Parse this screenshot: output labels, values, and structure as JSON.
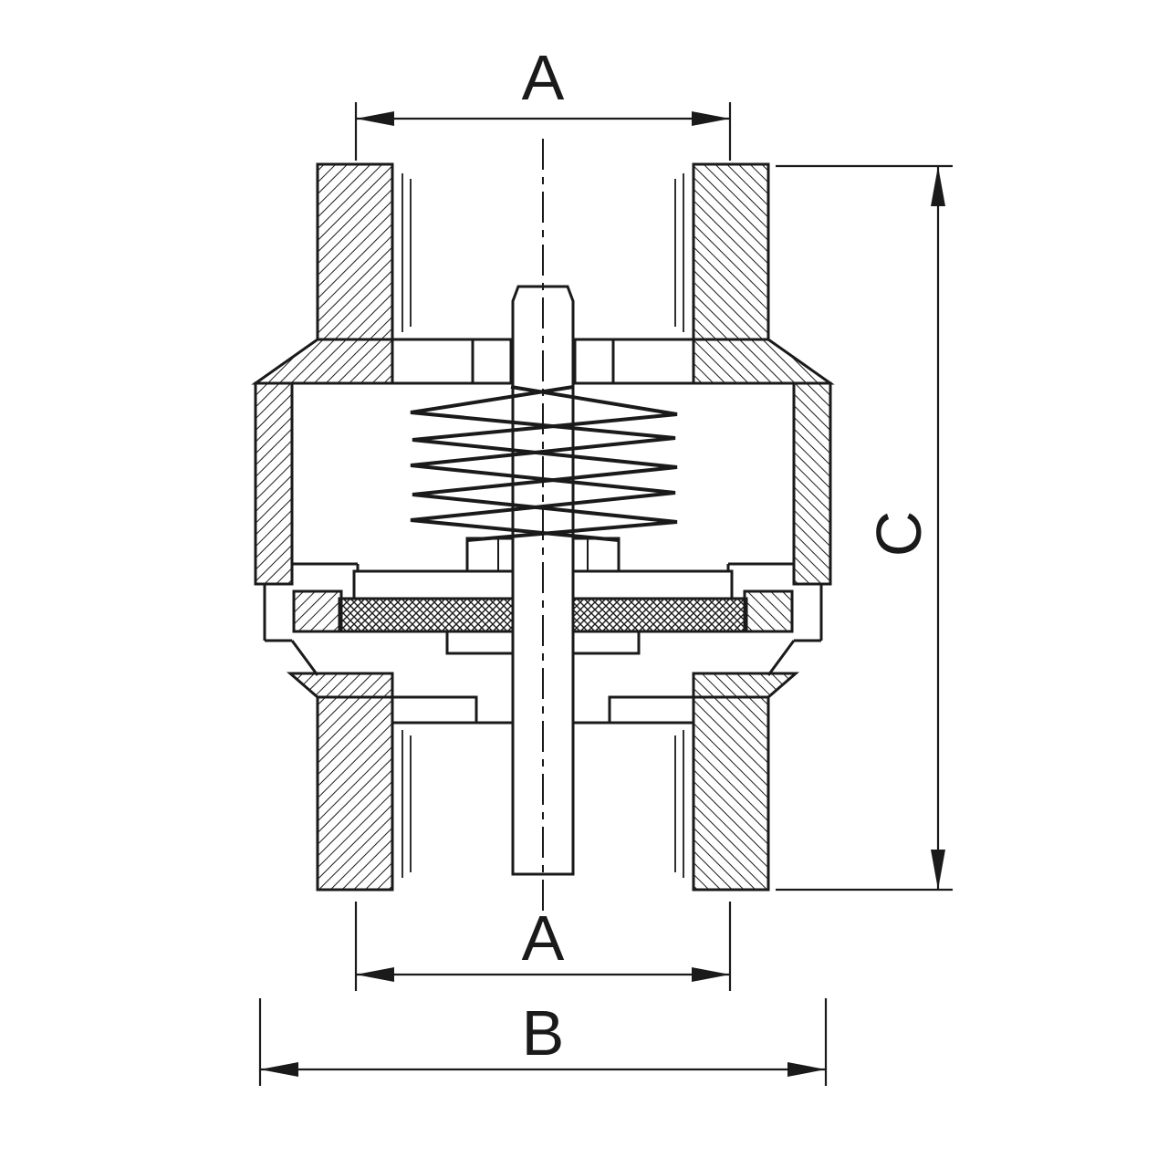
{
  "page": {
    "background": "#ffffff"
  },
  "drawing": {
    "line_color": "#1a1a1a",
    "dimensions": {
      "top_port": {
        "label": "A"
      },
      "bottom_port": {
        "label": "A"
      },
      "overall_width": {
        "label": "B"
      },
      "overall_height": {
        "label": "C"
      }
    }
  }
}
